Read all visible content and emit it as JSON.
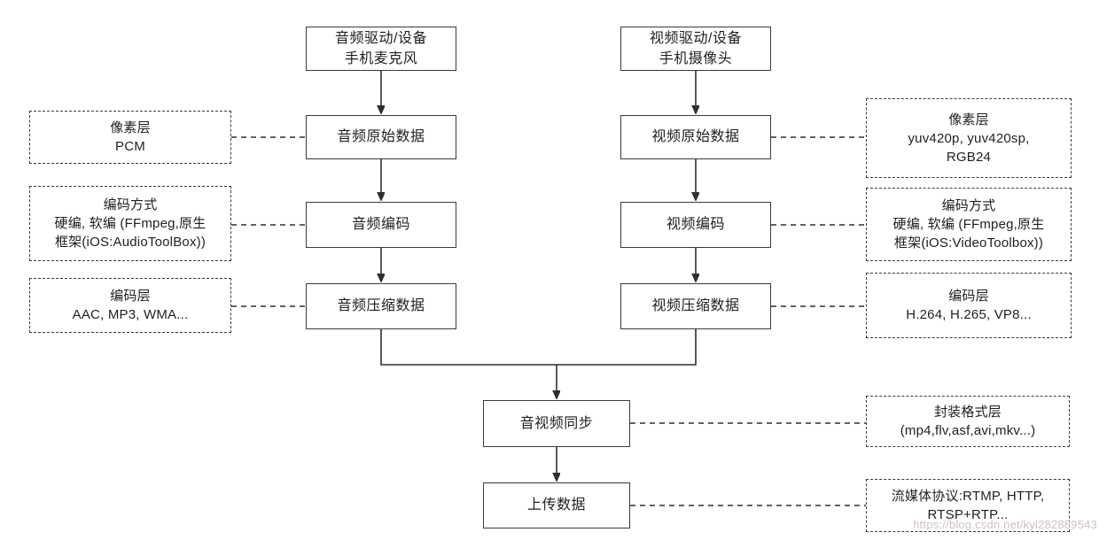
{
  "flowchart": {
    "audio_branch": {
      "driver": {
        "line1": "音频驱动/设备",
        "line2": "手机麦克风"
      },
      "raw_data": "音频原始数据",
      "encode": "音频编码",
      "compressed_data": "音频压缩数据",
      "annotations": {
        "pixel_layer": {
          "title": "像素层",
          "detail1": "PCM"
        },
        "encoding_method": {
          "title": "编码方式",
          "detail1": "硬编, 软编 (FFmpeg,原生",
          "detail2": "框架(iOS:AudioToolBox))"
        },
        "codec_layer": {
          "title": "编码层",
          "detail1": "AAC, MP3, WMA..."
        }
      }
    },
    "video_branch": {
      "driver": {
        "line1": "视频驱动/设备",
        "line2": "手机摄像头"
      },
      "raw_data": "视频原始数据",
      "encode": "视频编码",
      "compressed_data": "视频压缩数据",
      "annotations": {
        "pixel_layer": {
          "title": "像素层",
          "detail1": "yuv420p, yuv420sp,",
          "detail2": "RGB24"
        },
        "encoding_method": {
          "title": "编码方式",
          "detail1": "硬编, 软编 (FFmpeg,原生",
          "detail2": "框架(iOS:VideoToolbox))"
        },
        "codec_layer": {
          "title": "编码层",
          "detail1": "H.264, H.265, VP8..."
        }
      }
    },
    "merged": {
      "av_sync": "音视频同步",
      "upload": "上传数据",
      "annotations": {
        "container_layer": {
          "title": "封装格式层",
          "detail1": "(mp4,flv,asf,avi,mkv...)"
        },
        "protocol_layer": {
          "title": "流媒体协议:RTMP, HTTP,",
          "detail1": "RTSP+RTP..."
        }
      }
    },
    "watermark": "https://blog.csdn.net/kyl282889543",
    "colors": {
      "stroke": "#2f2f2f",
      "background": "#ffffff",
      "watermark": "#ccc2c2"
    }
  }
}
